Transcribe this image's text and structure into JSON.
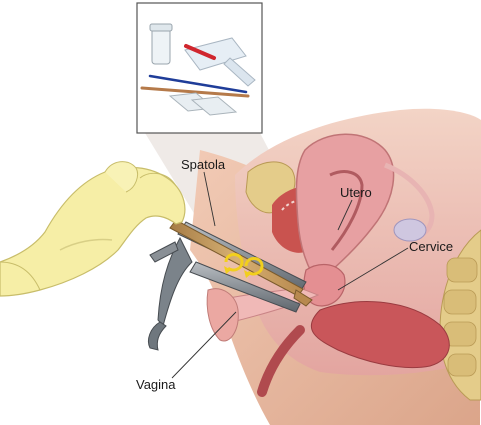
{
  "labels": {
    "spatola": "Spatola",
    "utero": "Utero",
    "cervice": "Cervice",
    "vagina": "Vagina"
  },
  "colors": {
    "skin": "#e7b79c",
    "tissue": "#e9a7a6",
    "uterus": "#d98a8c",
    "rectum": "#c9565a",
    "bone": "#e4cc8a",
    "glove": "#f6eea6",
    "speculum": "#8a9096",
    "spatula": "#c49b5c",
    "inset_border": "#555555"
  },
  "inset": {
    "icons": [
      "specimen-vial-icon",
      "speculum-icon",
      "cytobrush-icon",
      "spatula-icon",
      "glass-slide-icon"
    ]
  }
}
